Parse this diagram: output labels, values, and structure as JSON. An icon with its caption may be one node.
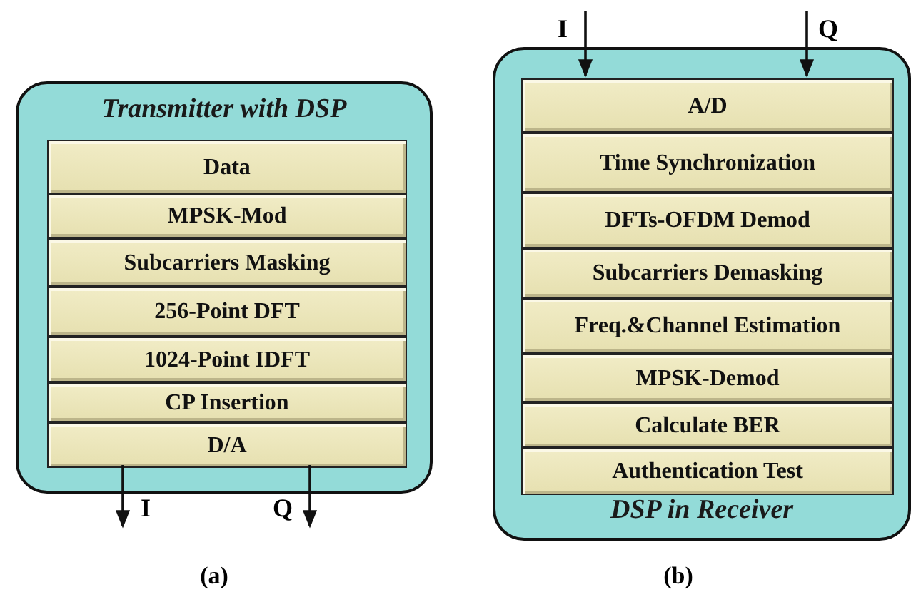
{
  "diagram": {
    "nodes": [
      {
        "text": [
          "Transmitter with DSP"
        ]
      },
      {
        "text": [
          "Data"
        ],
        "in": 0
      },
      {
        "text": [
          "MPSK-Mod"
        ],
        "in": 0
      },
      {
        "text": [
          "Subcarriers Masking"
        ],
        "in": 0
      },
      {
        "text": [
          "256-Point DFT"
        ],
        "in": 0
      },
      {
        "text": [
          "1024-Point IDFT"
        ],
        "in": 0
      },
      {
        "text": [
          "CP Insertion"
        ],
        "in": 0
      },
      {
        "text": [
          "D/A"
        ],
        "in": 0
      },
      {
        "text": [
          "DSP in Receiver"
        ]
      },
      {
        "text": [
          "A/D"
        ],
        "in": 8
      },
      {
        "text": [
          "Time Synchronization"
        ],
        "in": 8
      },
      {
        "text": [
          "DFTs-OFDM Demod"
        ],
        "in": 8
      },
      {
        "text": [
          "Subcarriers Demasking"
        ],
        "in": 8
      },
      {
        "text": [
          "Freq.&Channel Estimation"
        ],
        "in": 8
      },
      {
        "text": [
          "MPSK-Demod"
        ],
        "in": 8
      },
      {
        "text": [
          "Calculate BER"
        ],
        "in": 8
      },
      {
        "text": [
          "Authentication Test"
        ],
        "in": 8
      }
    ],
    "edges": [
      {
        "from": 7,
        "to": null,
        "arrow": "to",
        "label": "I"
      },
      {
        "from": 7,
        "to": null,
        "arrow": "to",
        "label": "Q"
      },
      {
        "from": null,
        "to": 9,
        "arrow": "to",
        "label": "I"
      },
      {
        "from": null,
        "to": 9,
        "arrow": "to",
        "label": "Q"
      }
    ],
    "labels": [
      "(a)",
      "(b)"
    ]
  }
}
